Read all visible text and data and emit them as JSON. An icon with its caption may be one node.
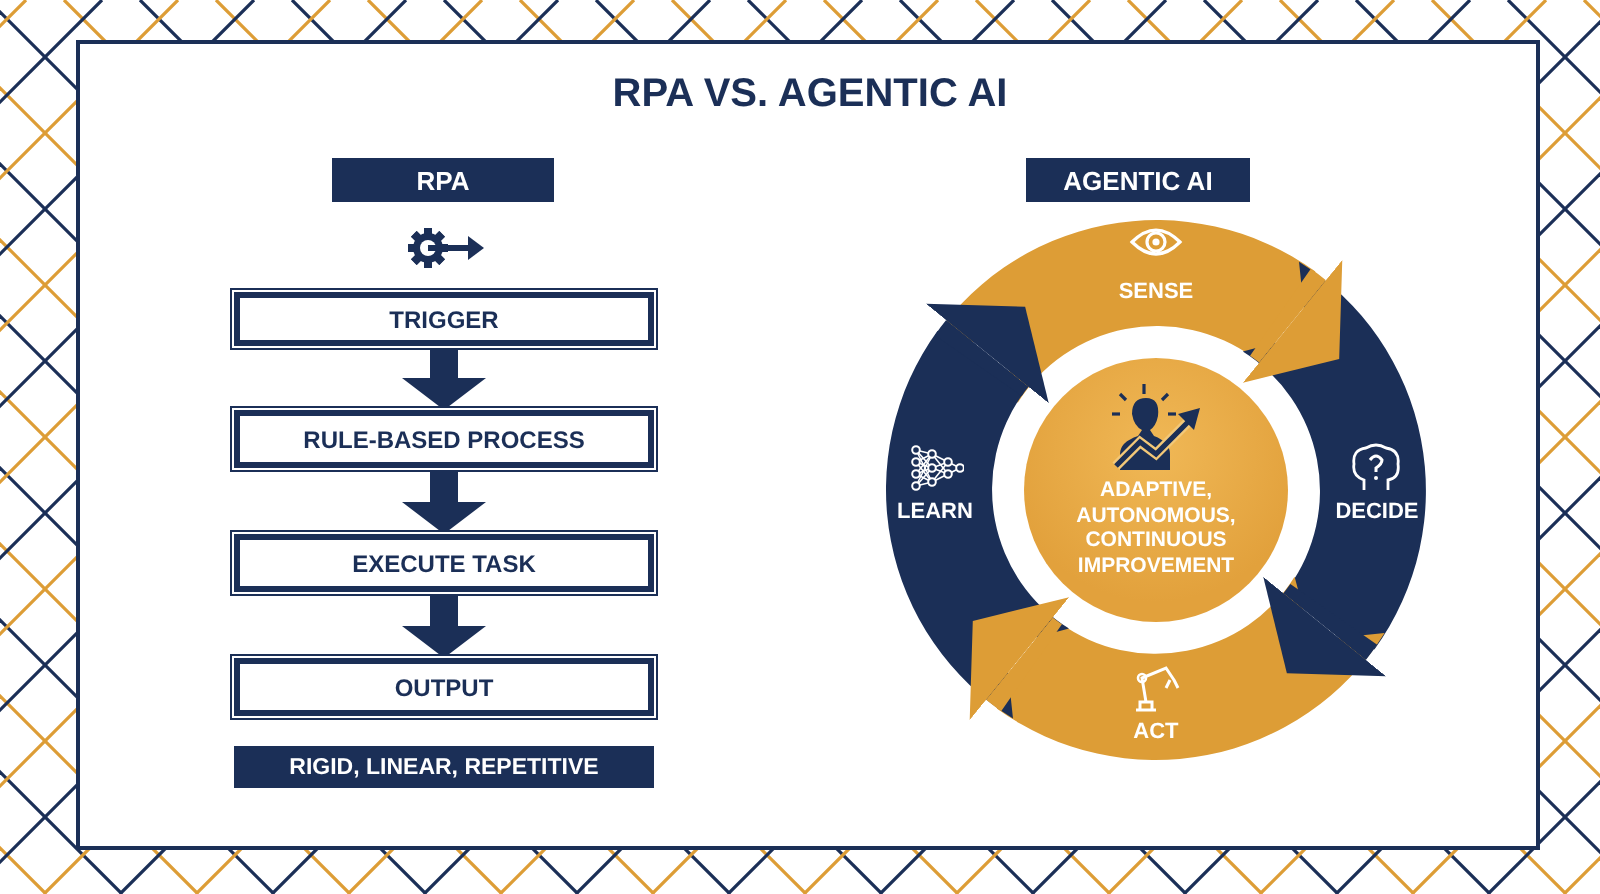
{
  "diagram": {
    "title": "RPA VS. AGENTIC AI",
    "nodes": [
      {
        "text": [
          "RPA"
        ]
      },
      {
        "text": [
          "TRIGGER"
        ]
      },
      {
        "text": [
          "RULE-BASED PROCESS"
        ]
      },
      {
        "text": [
          "EXECUTE TASK"
        ]
      },
      {
        "text": [
          "OUTPUT"
        ]
      },
      {
        "text": [
          "RIGID, LINEAR, REPETITIVE"
        ]
      },
      {
        "text": [
          "AGENTIC AI"
        ]
      },
      {
        "text": [
          "ADAPTIVE, AUTONOMOUS, CONTINUOUS IMPROVEMENT"
        ]
      },
      {
        "text": [
          "SENSE"
        ]
      },
      {
        "text": [
          "DECIDE"
        ]
      },
      {
        "text": [
          "ACT"
        ]
      },
      {
        "text": [
          "LEARN"
        ]
      }
    ],
    "edges": [
      {
        "from": 1,
        "to": 2,
        "arrow": "to"
      },
      {
        "from": 2,
        "to": 3,
        "arrow": "to"
      },
      {
        "from": 3,
        "to": 4,
        "arrow": "to"
      },
      {
        "from": 8,
        "to": 9,
        "arrow": "to",
        "color": "#dd9d36"
      },
      {
        "from": 9,
        "to": 10,
        "arrow": "to"
      },
      {
        "from": 10,
        "to": 11,
        "arrow": "to",
        "color": "#dd9d36"
      },
      {
        "from": 11,
        "to": 8,
        "arrow": "to"
      }
    ]
  }
}
